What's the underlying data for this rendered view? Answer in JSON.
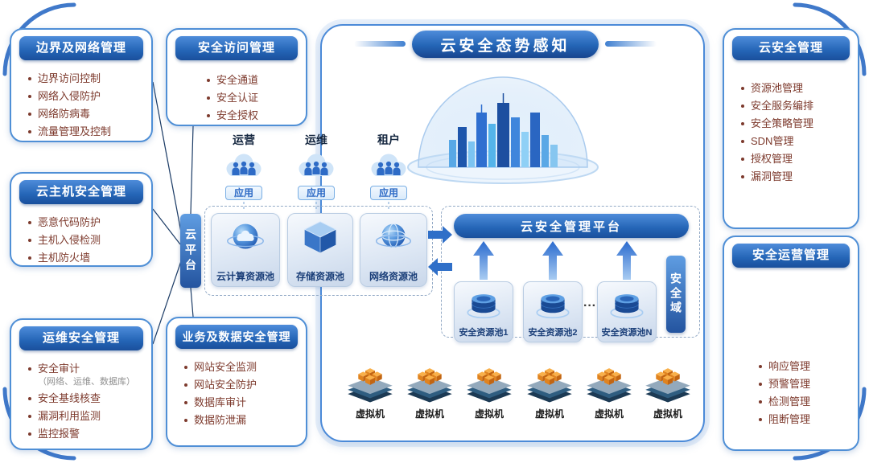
{
  "panels": {
    "boundary": {
      "title": "边界及网络管理",
      "items": [
        "边界访问控制",
        "网络入侵防护",
        "网络防病毒",
        "流量管理及控制"
      ]
    },
    "access": {
      "title": "安全访问管理",
      "items": [
        "安全通道",
        "安全认证",
        "安全授权"
      ]
    },
    "host": {
      "title": "云主机安全管理",
      "items": [
        "恶意代码防护",
        "主机入侵检测",
        "主机防火墙"
      ]
    },
    "ops": {
      "title": "运维安全管理",
      "items": [
        "安全审计",
        "安全基线核查",
        "漏洞利用监测",
        "监控报警"
      ],
      "note": "（网络、运维、数据库）"
    },
    "bizdata": {
      "title": "业务及数据安全管理",
      "items": [
        "网站安全监测",
        "网站安全防护",
        "数据库审计",
        "数据防泄漏"
      ]
    },
    "cloudsec": {
      "title": "云安全管理",
      "items": [
        "资源池管理",
        "安全服务编排",
        "安全策略管理",
        "SDN管理",
        "授权管理",
        "漏洞管理"
      ]
    },
    "secops": {
      "title": "安全运营管理",
      "items": [
        "响应管理",
        "预警管理",
        "检测管理",
        "阻断管理"
      ]
    }
  },
  "center": {
    "banner": "云安全态势感知",
    "users": [
      {
        "label": "运营",
        "app": "应用"
      },
      {
        "label": "运维",
        "app": "应用"
      },
      {
        "label": "租户",
        "app": "应用"
      }
    ],
    "cloud_platform": "云平台",
    "resource_pools": [
      "云计算资源池",
      "存储资源池",
      "网络资源池"
    ],
    "platform_banner": "云安全管理平台",
    "security_pools": [
      "安全资源池1",
      "安全资源池2",
      "安全资源池N"
    ],
    "ellipsis": "···",
    "security_domain": "安全域",
    "vm_label": "虚拟机"
  },
  "colors": {
    "header_gradient_top": "#4e8cda",
    "header_gradient_bottom": "#1a4f9c",
    "panel_border": "#4f8fd6",
    "frame_accent": "#2b6ac4",
    "item_text": "#7d3a2d",
    "accent_blue": "#2e6bc6"
  }
}
